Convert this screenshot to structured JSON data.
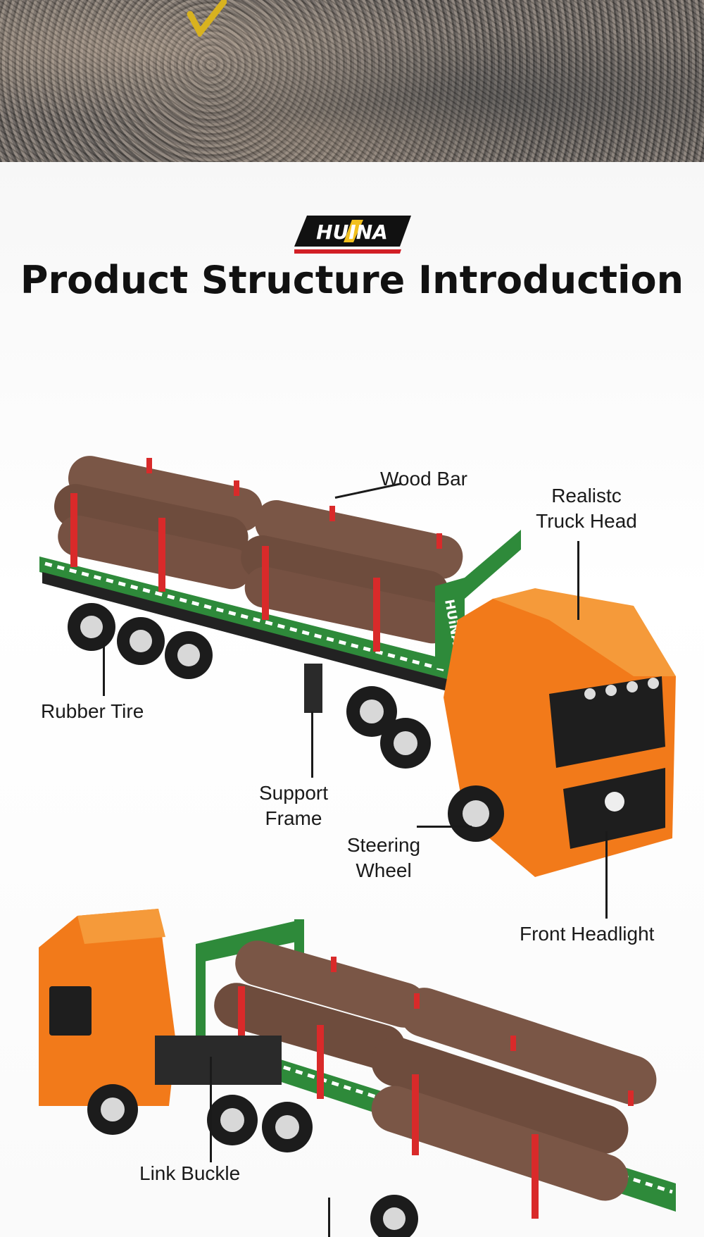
{
  "brand": {
    "logo_text": "HUINA",
    "trailer_text": "HUiNA"
  },
  "header": {
    "title": "Product Structure Introduction"
  },
  "callouts": {
    "wood_bar": "Wood Bar",
    "truck_head_line1": "Realistc",
    "truck_head_line2": "Truck Head",
    "rubber_tire": "Rubber Tire",
    "support_frame_line1": "Support",
    "support_frame_line2": "Frame",
    "steering_wheel_line1": "Steering",
    "steering_wheel_line2": "Wheel",
    "front_headlight": "Front Headlight",
    "link_buckle": "Link Buckle"
  },
  "colors": {
    "cab_orange": "#f27a1a",
    "log_brown": "#7a5646",
    "bed_green": "#2e8a3a",
    "stake_red": "#d92a2a",
    "logo_red": "#d21f26",
    "logo_yellow": "#f2c01d"
  },
  "icons": {
    "logo": "huina-logo-icon",
    "mark": "yellow-check-mark-icon"
  }
}
